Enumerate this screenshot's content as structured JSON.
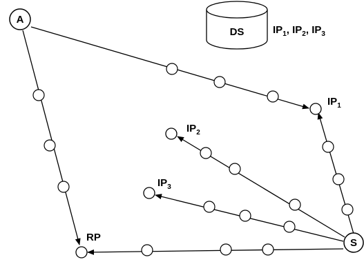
{
  "nodes": {
    "a": "A",
    "s": "S",
    "rp": "RP",
    "ds": "DS"
  },
  "endpoints": {
    "ip1": {
      "base": "IP",
      "sub": "1"
    },
    "ip2": {
      "base": "IP",
      "sub": "2"
    },
    "ip3": {
      "base": "IP",
      "sub": "3"
    }
  },
  "ds_contents": {
    "p1": "IP",
    "s1": "1",
    "sep1": ", ",
    "p2": "IP",
    "s2": "2",
    "sep2": ", ",
    "p3": "IP",
    "s3": "3"
  }
}
